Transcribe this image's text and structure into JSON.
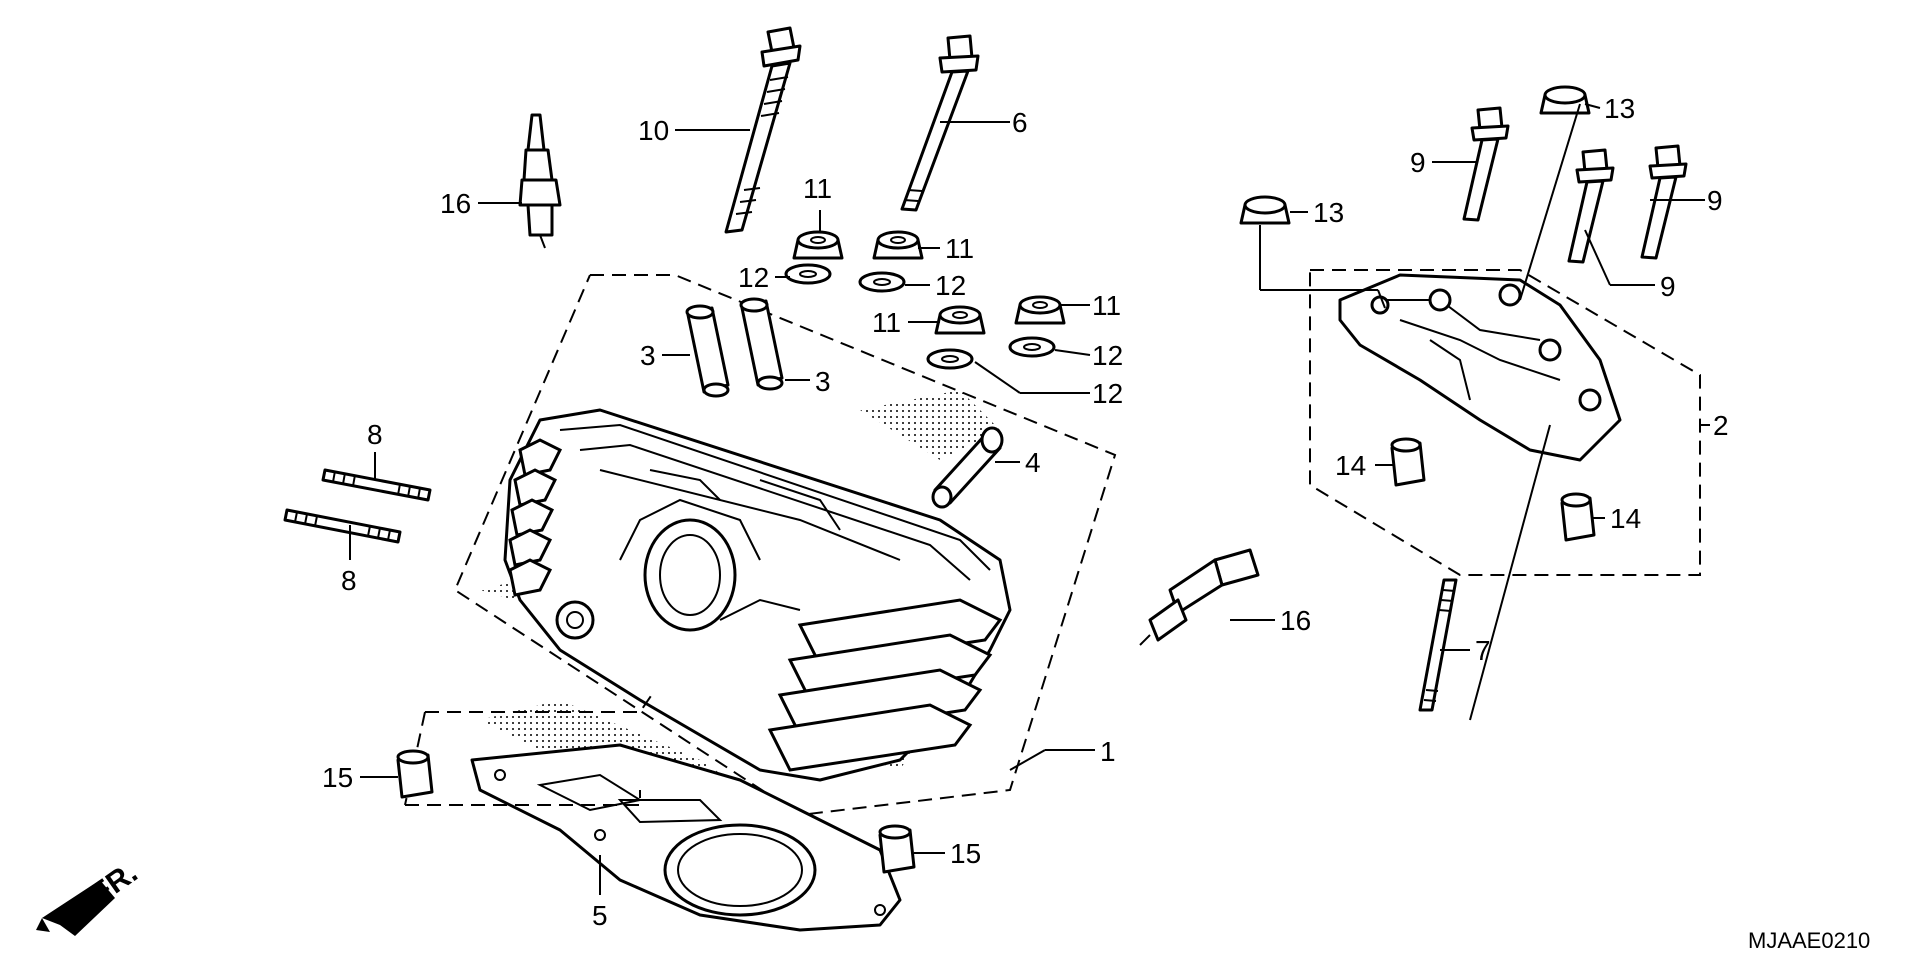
{
  "callouts": {
    "c1": "1",
    "c2": "2",
    "c3a": "3",
    "c3b": "3",
    "c4": "4",
    "c5": "5",
    "c6": "6",
    "c7": "7",
    "c8a": "8",
    "c8b": "8",
    "c9a": "9",
    "c9b": "9",
    "c9c": "9",
    "c10": "10",
    "c11a": "11",
    "c11b": "11",
    "c11c": "11",
    "c11d": "11",
    "c12a": "12",
    "c12b": "12",
    "c12c": "12",
    "c12d": "12",
    "c13a": "13",
    "c13b": "13",
    "c14a": "14",
    "c14b": "14",
    "c15a": "15",
    "c15b": "15",
    "c16a": "16",
    "c16b": "16"
  },
  "front_indicator": "FR.",
  "diagram_code": "MJAAE0210",
  "icons": {
    "front_arrow": "front-arrow-icon"
  }
}
